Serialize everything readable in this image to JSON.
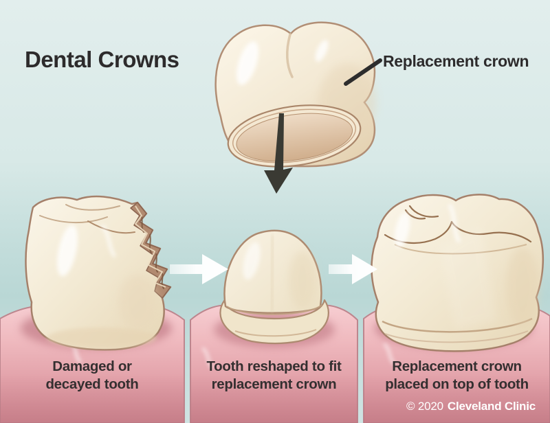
{
  "title": "Dental Crowns",
  "callout": {
    "label": "Replacement crown"
  },
  "steps": [
    {
      "name": "damaged-tooth",
      "line1": "Damaged or",
      "line2": "decayed tooth"
    },
    {
      "name": "reshaped-tooth",
      "line1": "Tooth reshaped to fit",
      "line2": "replacement crown"
    },
    {
      "name": "crowned-tooth",
      "line1": "Replacement crown",
      "line2": "placed on top of tooth"
    }
  ],
  "copyright": {
    "year": "© 2020",
    "owner": "Cleveland Clinic"
  },
  "icons": {
    "down_arrow": "down-arrow-icon",
    "step_arrows": "right-arrow-icon",
    "callout_pointer": "pointer-line"
  },
  "colors": {
    "background_top": "#e2eeed",
    "background_teal": "#b9d7d5",
    "gum_pink": "#eeb4ba",
    "gum_shadow": "#c57f89",
    "tooth_cream": "#f3ead4",
    "tooth_outline": "#a5806a",
    "crown_interior": "#d3b292",
    "decay_brown": "#b18a70",
    "text_dark": "#332f30",
    "arrow_dark": "#3a3a33",
    "arrow_white": "#ffffff",
    "copyright_white": "#ffffff"
  }
}
